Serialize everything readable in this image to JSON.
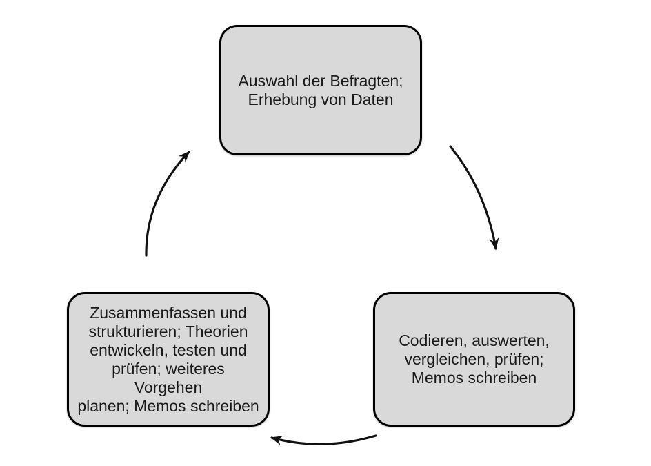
{
  "colors": {
    "background": "#ffffff",
    "node_fill": "#d9d9d9",
    "node_border": "#000000",
    "arrow": "#111111",
    "text": "#1a1a1a"
  },
  "nodes": {
    "top": {
      "label": "Auswahl der Befragten;\nErhebung von Daten"
    },
    "right": {
      "label": "Codieren, auswerten,\nvergleichen, prüfen;\nMemos schreiben"
    },
    "left": {
      "label": "Zusammenfassen und\nstrukturieren; Theorien\nentwickeln, testen und\nprüfen; weiteres Vorgehen\nplanen; Memos schreiben"
    }
  },
  "arrows": {
    "top_to_right": {
      "from": "top",
      "to": "right"
    },
    "right_to_left": {
      "from": "right",
      "to": "left"
    },
    "left_to_top": {
      "from": "left",
      "to": "top"
    }
  }
}
